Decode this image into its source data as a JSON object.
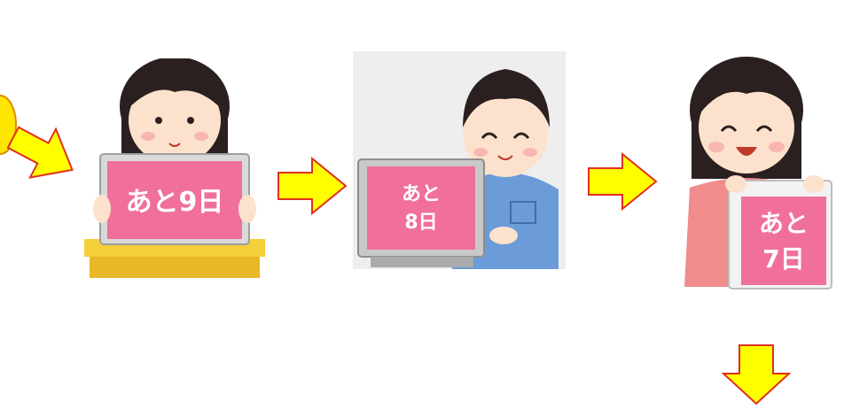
{
  "panels": [
    {
      "id": "panel1",
      "sign_lines": [
        "あと9日"
      ]
    },
    {
      "id": "panel2",
      "sign_lines": [
        "あと",
        "8日"
      ]
    },
    {
      "id": "panel3",
      "sign_lines": [
        "あと",
        "7日"
      ]
    }
  ],
  "colors": {
    "arrow_fill": "#FFFF00",
    "arrow_stroke": "#E0301E",
    "sign_pink": "#F0709B",
    "sign_frame": "#C8C8C8",
    "desk_yellow": "#F5CF3A",
    "uniform_blue": "#6B9BD8",
    "hair": "#2B2020",
    "skin": "#FCE2CC"
  },
  "icons": [
    "right-arrow-icon",
    "right-arrow-icon",
    "right-arrow-icon",
    "right-arrow-icon",
    "down-arrow-icon"
  ]
}
